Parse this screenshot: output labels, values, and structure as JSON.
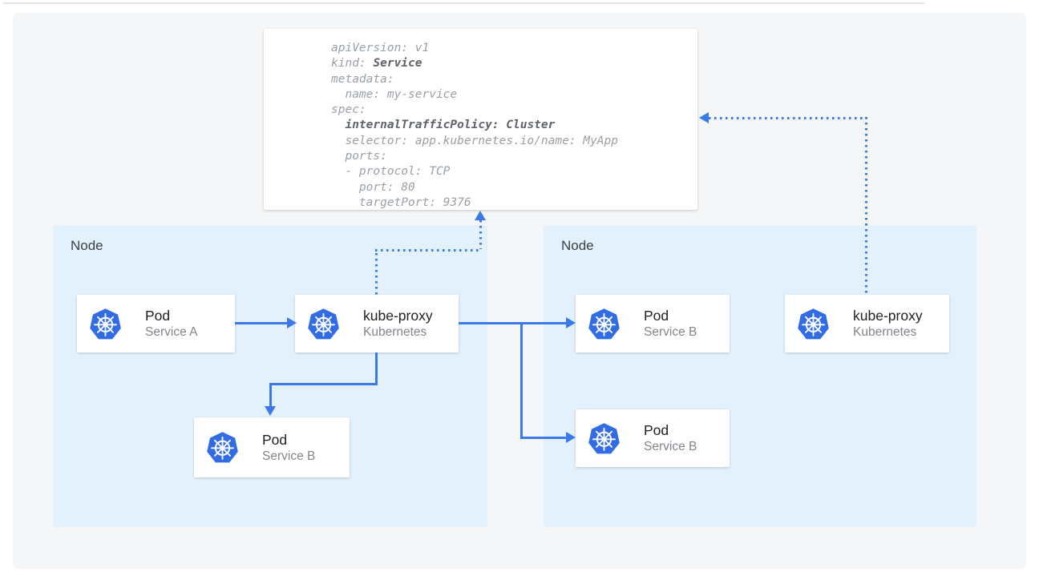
{
  "colors": {
    "accent_blue": "#3b78e8",
    "node_fill": "#e3f1fd",
    "kubernetes_blue": "#326ce5",
    "panel": "#f5f6f7",
    "code_regular": "#9aa0a6",
    "code_bold": "#5f6368",
    "card_title": "#202124",
    "card_subtitle": "#80868b",
    "node_label": "#3c4043"
  },
  "yaml": {
    "lines": [
      {
        "pre": "apiVersion: v1"
      },
      {
        "pre": "kind: ",
        "bold": "Service"
      },
      {
        "pre": "metadata:"
      },
      {
        "pre": "  name: my-service"
      },
      {
        "pre": "spec:"
      },
      {
        "pre": "  ",
        "bold": "internalTrafficPolicy: Cluster"
      },
      {
        "pre": "  selector: app.kubernetes.io/name: MyApp"
      },
      {
        "pre": "  ports:"
      },
      {
        "pre": "  - protocol: TCP"
      },
      {
        "pre": "    port: 80"
      },
      {
        "pre": "    targetPort: 9376"
      }
    ]
  },
  "nodes": {
    "left_label": "Node",
    "right_label": "Node"
  },
  "cards": {
    "pod_a": {
      "title": "Pod",
      "subtitle": "Service A"
    },
    "kube_proxy_left": {
      "title": "kube-proxy",
      "subtitle": "Kubernetes"
    },
    "pod_b_left": {
      "title": "Pod",
      "subtitle": "Service B"
    },
    "pod_b_right_top": {
      "title": "Pod",
      "subtitle": "Service B"
    },
    "pod_b_right_bottom": {
      "title": "Pod",
      "subtitle": "Service B"
    },
    "kube_proxy_right": {
      "title": "kube-proxy",
      "subtitle": "Kubernetes"
    }
  }
}
